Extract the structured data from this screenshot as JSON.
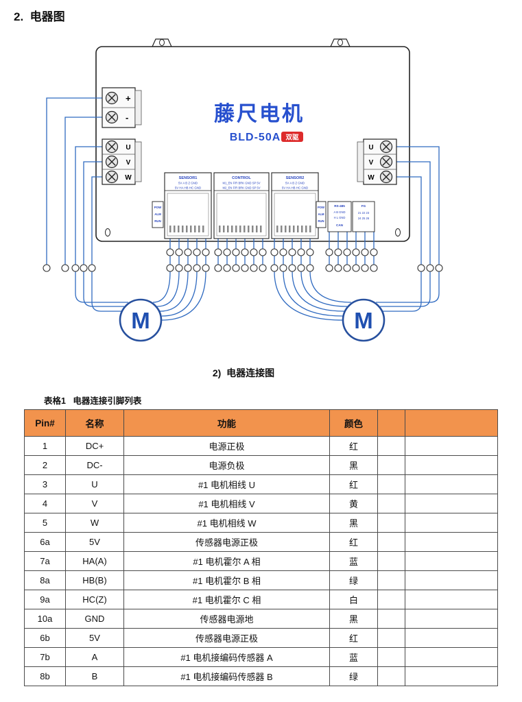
{
  "page": {
    "section_title": "2.  电器图",
    "caption": "2)  电器连接图",
    "table_title": "表格1   电器连接引脚列表"
  },
  "device": {
    "brand": "藤尺电机",
    "model": "BLD-50A",
    "badge": "双驱",
    "power_plus": "+",
    "power_minus": "-",
    "phase_labels": [
      "U",
      "V",
      "W"
    ],
    "indicators": [
      "POW",
      "ALM",
      "RUN"
    ],
    "motor_label": "M",
    "sensor1": {
      "title": "SENSOR1",
      "row1": "5V A B Z GND",
      "row2": "5V HA HB HC GND"
    },
    "control": {
      "title": "CONTROL",
      "row1": "M1_EN F/R BRK GND SP 5V",
      "row2": "M2_EN F/R BRK GND SP 5V"
    },
    "sensor2": {
      "title": "SENSOR2",
      "row1": "5V A B Z GND",
      "row2": "5V HA HB HC GND"
    },
    "comm": {
      "rs485_title": "RS-485",
      "rs485_row1": "A B GND",
      "rs485_row2": "H L GND",
      "can_label": "CAN",
      "fg_title": "FG",
      "fg_row1": "21 22 23",
      "fg_row2": "24 25 26"
    }
  },
  "table": {
    "headers": [
      "Pin#",
      "名称",
      "功能",
      "颜色"
    ],
    "rows": [
      [
        "1",
        "DC+",
        "电源正极",
        "红"
      ],
      [
        "2",
        "DC-",
        "电源负极",
        "黑"
      ],
      [
        "3",
        "U",
        "#1 电机相线 U",
        "红"
      ],
      [
        "4",
        "V",
        "#1 电机相线 V",
        "黄"
      ],
      [
        "5",
        "W",
        "#1 电机相线 W",
        "黑"
      ],
      [
        "6a",
        "5V",
        "传感器电源正极",
        "红"
      ],
      [
        "7a",
        "HA(A)",
        "#1 电机霍尔 A 相",
        "蓝"
      ],
      [
        "8a",
        "HB(B)",
        "#1 电机霍尔 B 相",
        "绿"
      ],
      [
        "9a",
        "HC(Z)",
        "#1 电机霍尔 C 相",
        "白"
      ],
      [
        "10a",
        "GND",
        "传感器电源地",
        "黑"
      ],
      [
        "6b",
        "5V",
        "传感器电源正极",
        "红"
      ],
      [
        "7b",
        "A",
        "#1 电机接编码传感器 A",
        "蓝"
      ],
      [
        "8b",
        "B",
        "#1 电机接编码传感器 B",
        "绿"
      ]
    ]
  },
  "colors": {
    "brand_blue": "#2750CE",
    "label_blue": "#2743BE",
    "wire_blue": "#2F6AC0",
    "badge_red": "#DD2B2B",
    "header_orange": "#F2934D",
    "motor_blue": "#1F4FB0"
  }
}
